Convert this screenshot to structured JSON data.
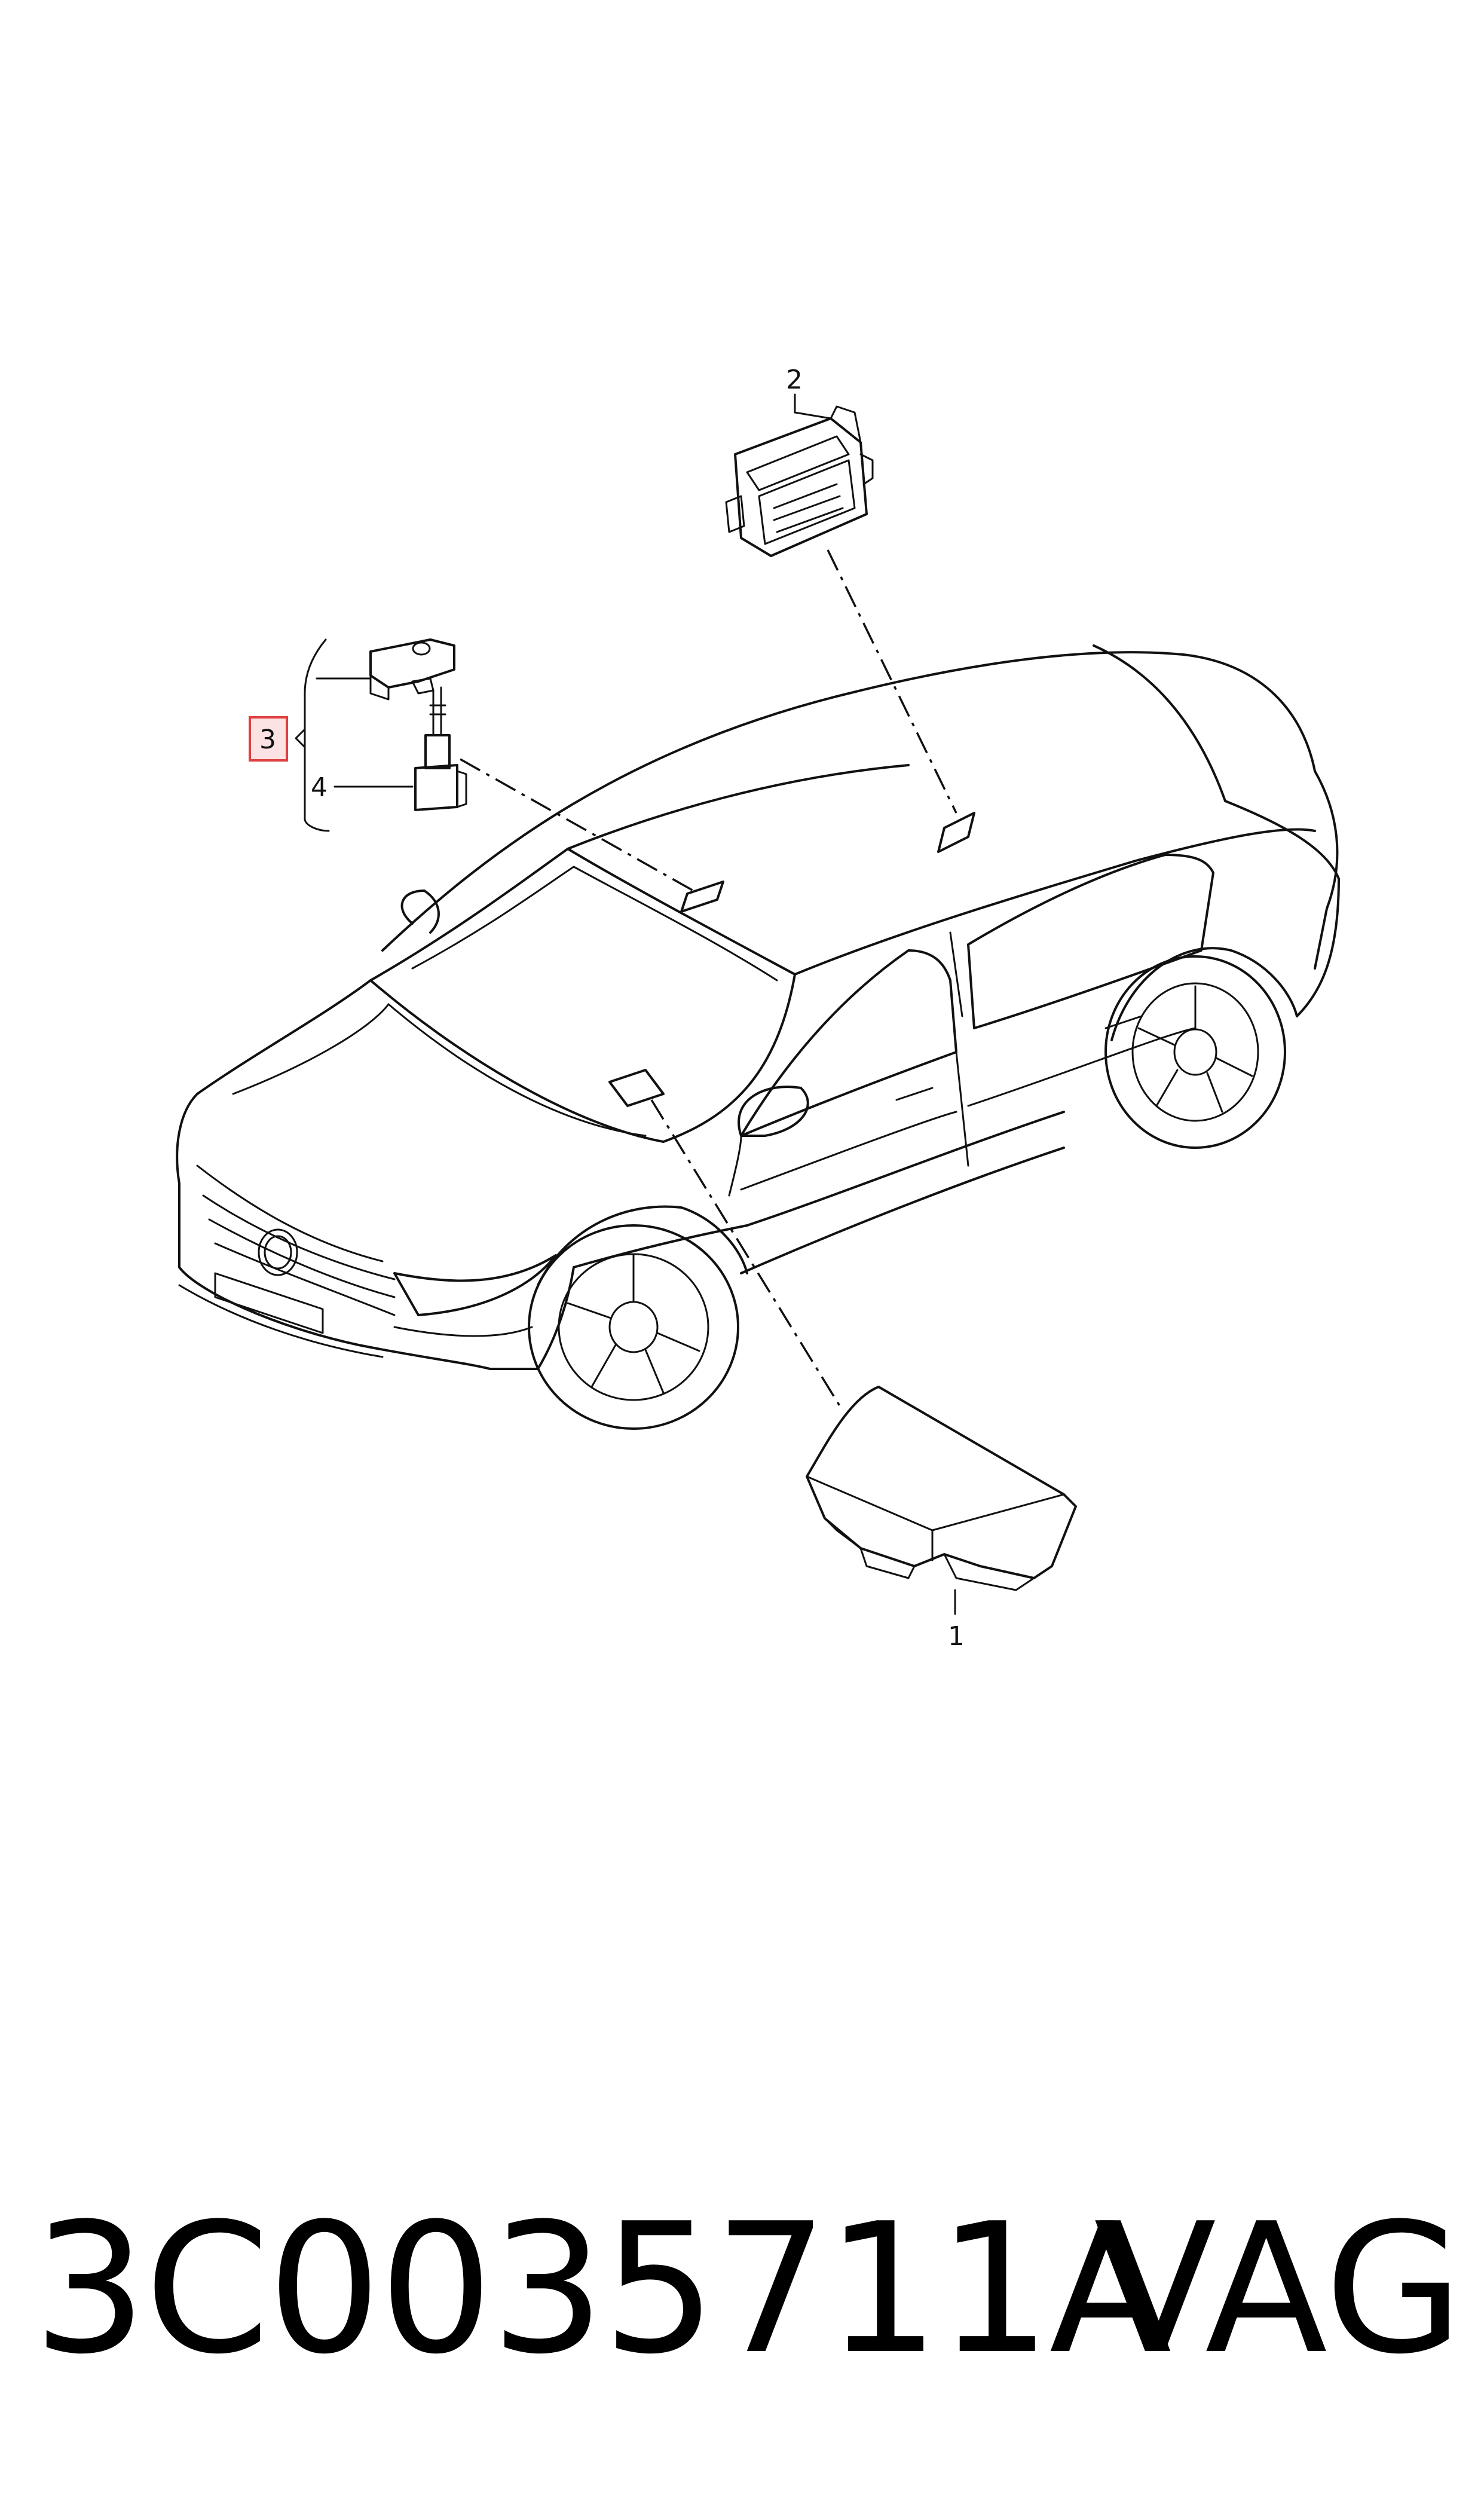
{
  "diagram": {
    "callouts": [
      {
        "id": "1",
        "label": "1"
      },
      {
        "id": "2",
        "label": "2"
      },
      {
        "id": "3",
        "label": "3",
        "highlighted": true
      },
      {
        "id": "4",
        "label": "4"
      }
    ],
    "highlight_color": "#e04040",
    "highlight_fill": "#fbe3e3"
  },
  "footer": {
    "part_number": "3C0035711A",
    "brand": "VAG"
  }
}
